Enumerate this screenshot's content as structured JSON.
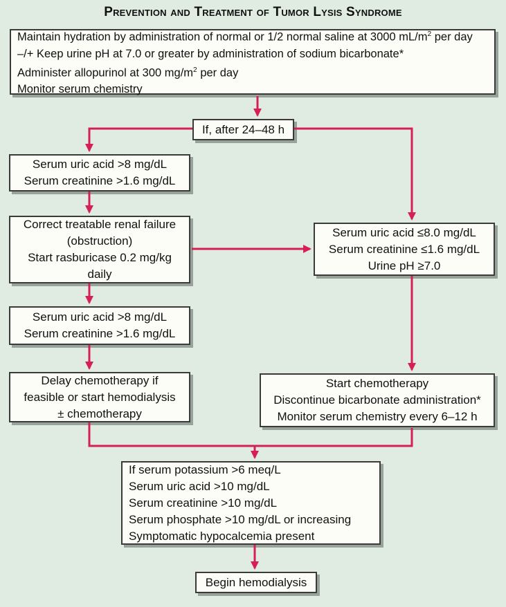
{
  "title": "Prevention and Treatment of Tumor Lysis Syndrome",
  "colors": {
    "background": "#e0ebe1",
    "arrow": "#d51f55",
    "box_border": "#3a3a3a",
    "box_fill": "#fdfdf8",
    "box_shadow": "#97a29a",
    "text_color": "#101010"
  },
  "boxes": {
    "hydration": {
      "lines": [
        {
          "pre": "Maintain hydration by administration of normal or 1/2 normal saline at 3000 mL/m",
          "sup": "2",
          "post": " per day"
        },
        {
          "pre": "–/+ Keep urine pH at 7.0 or greater by administration of sodium bicarbonate*"
        },
        {
          "pre": "Administer allopurinol at 300 mg/m",
          "sup": "2",
          "post": " per day"
        },
        {
          "pre": "Monitor serum chemistry"
        }
      ]
    },
    "decision": {
      "label": "If, after 24–48 h"
    },
    "high_uric_1": {
      "lines": [
        "Serum uric acid >8 mg/dL",
        "Serum creatinine >1.6 mg/dL"
      ]
    },
    "renal_failure": {
      "lines": [
        "Correct treatable renal failure",
        "(obstruction)",
        "Start rasburicase 0.2 mg/kg",
        "daily"
      ]
    },
    "high_uric_2": {
      "lines": [
        "Serum uric acid >8 mg/dL",
        "Serum creatinine >1.6 mg/dL"
      ]
    },
    "delay_chemo": {
      "lines": [
        "Delay chemotherapy if",
        "feasible or start hemodialysis",
        "± chemotherapy"
      ]
    },
    "normal_labs": {
      "lines": [
        "Serum uric acid ≤8.0 mg/dL",
        "Serum creatinine ≤1.6 mg/dL",
        "Urine pH ≥7.0"
      ]
    },
    "start_chemo": {
      "lines": [
        "Start chemotherapy",
        "Discontinue bicarbonate administration*",
        "Monitor serum chemistry every 6–12 h"
      ]
    },
    "hemodialysis_criteria": {
      "lines": [
        "If serum potassium >6 meq/L",
        "Serum uric acid >10 mg/dL",
        "Serum creatinine >10 mg/dL",
        "Serum phosphate >10 mg/dL or increasing",
        "Symptomatic hypocalcemia present"
      ]
    },
    "begin_hemodialysis": {
      "label": "Begin hemodialysis"
    }
  }
}
